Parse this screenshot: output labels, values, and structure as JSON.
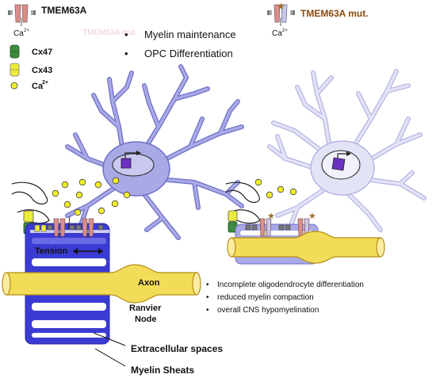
{
  "colors": {
    "cell_fill": "#a9a9e6",
    "cell_stroke": "#6f6fc8",
    "cell_faded_fill": "#e3e3f6",
    "cell_faded_stroke": "#b5b5e3",
    "myelin_dark": "#3b3bd4",
    "myelin_light": "#ffffff",
    "axon_fill": "#f3dc58",
    "axon_stroke": "#b58d18",
    "cx47": "#3f8b3f",
    "cx43": "#ecec3a",
    "ca": "#f2ee2a",
    "channel": "#d98e8a",
    "channel_dark": "#8b5c63",
    "mutation_star": "#9c6d2f",
    "mut_label": "#8b4a10"
  },
  "legend": {
    "tmem63a": "TMEM63A",
    "ca_ion": "Ca",
    "ca_charge": "2+",
    "cx47": "Cx47",
    "cx43": "Cx43",
    "ca_legend": "Ca",
    "ca_legend_charge": "2+",
    "faded_mut_text": "TMEM63A mut."
  },
  "functions": [
    "Myelin maintenance",
    "OPC Differentiation"
  ],
  "mutant": {
    "label": "TMEM63A mut.",
    "ca_ion": "Ca",
    "ca_charge": "2+"
  },
  "left_diagram": {
    "tension_label": "Tension",
    "axon_label": "Axon",
    "node_label_1": "Ranvier",
    "node_label_2": "Node",
    "extracellular_label": "Extracellular spaces",
    "myelin_label": "Myelin Sheats"
  },
  "effects": [
    "Incomplete oligodendrocyte differentiation",
    "reduced myelin compaction",
    "overall CNS hypomyelination"
  ]
}
